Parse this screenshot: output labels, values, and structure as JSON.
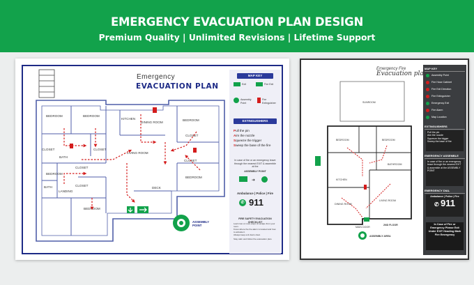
{
  "banner": {
    "title": "EMERGENCY EVACUATION PLAN DESIGN",
    "subtitle": "Premium Quality | Unlimited Revisions | Lifetime Support"
  },
  "left_plan": {
    "title_top": "Emergency",
    "title_main": "EVACUATION PLAN",
    "rooms": {
      "bedroom1": "BEDROOM",
      "bedroom2": "BEDROOM",
      "bedroom3": "BEDROOM",
      "bedroom4": "BEDROOM",
      "bedroom5": "BEDROOM",
      "bedroom6": "BEDROOM",
      "kitchen": "KITCHEN",
      "dining": "DINING ROOM",
      "living": "LIVING ROOM",
      "closet1": "CLOSET",
      "closet2": "CLOSET",
      "closet3": "CLOSET",
      "closet4": "CLOSET",
      "closet5": "CLOSET",
      "closet6": "CLOSET",
      "bath1": "BATH",
      "bath2": "BATH",
      "deck": "DECK",
      "landing": "LANDING"
    },
    "assembly": "ASSEMBLY POINT",
    "map_key": {
      "title": "MAP KEY",
      "items": [
        "Exit",
        "Fire Exit",
        "Assembly Point",
        "Fire Extinguisher"
      ]
    },
    "extinguishers": {
      "title": "EXTINGUISHERS",
      "lines": [
        {
          "letter": "P",
          "rest": "ull the pin"
        },
        {
          "letter": "A",
          "rest": "im the nozzle"
        },
        {
          "letter": "S",
          "rest": "queeze the trigger"
        },
        {
          "letter": "S",
          "rest": "weep the base of the fire"
        }
      ]
    },
    "instructions": "In case of fire or an emergency leave through the nearest EXIT & assemble at the",
    "instructions_bold": "ASSEMBLY POINT",
    "contact_label": "Ambulance | Police | Fire",
    "phone": "911",
    "checklist_title": "FIRE SAFETY EVACUATION CHECKLIST",
    "checklist_lines": [
      "Learn two or more ways of escape from your room.",
      "Know where the fire alarm is located and how to activate it.",
      "Always keep exit doors clear.",
      "Stay calm and follow the evacuation plan."
    ]
  },
  "right_plan": {
    "title_top": "Emergency Fire",
    "title_main": "Evacuation plan",
    "rooms": {
      "sunroom": "SUNROOM",
      "bedroom1": "BEDROOM",
      "bedroom2": "BEDROOM",
      "bathroom": "BATHROOM",
      "kitchen": "KITCHEN",
      "dining": "DINING ROOM",
      "living": "LIVING ROOM"
    },
    "main_door": "MAIN DOOR",
    "floor": "2ND FLOOR",
    "assembly": "ASSEMBLY AREA",
    "side": {
      "map_key_title": "MAP KEY",
      "items": [
        {
          "label": "Assembly Point",
          "color": "#12a24b"
        },
        {
          "label": "Fire Hose Cabinet",
          "color": "#d41c1c"
        },
        {
          "label": "Fire Exit Direction",
          "color": "#d41c1c"
        },
        {
          "label": "Fire Extinguisher",
          "color": "#d41c1c"
        },
        {
          "label": "Emergency Exit",
          "color": "#12a24b"
        },
        {
          "label": "Fire Alarm",
          "color": "#d41c1c"
        },
        {
          "label": "Map Location",
          "color": "#12a24b"
        }
      ],
      "ext_title": "EXTINGUISHERS",
      "ext_lines": [
        "Pull the pin",
        "Aim the nozzle",
        "Squeeze the trigger",
        "Sweep the base of fire"
      ],
      "assemble_title": "EMERGENCY ASSEMBLE",
      "assemble_text": "In case of fire or an emergency leave through the nearest EXIT & assemble at the ASSEMBLY POINT",
      "dial_title": "EMERGENCY DIAL",
      "dial_label": "Ambulance | Police | Fire",
      "dial_number": "911",
      "footer": "In Case of Fire or Emergency Please Exit Under EXIT Heading Mark Fire Emergency"
    }
  }
}
